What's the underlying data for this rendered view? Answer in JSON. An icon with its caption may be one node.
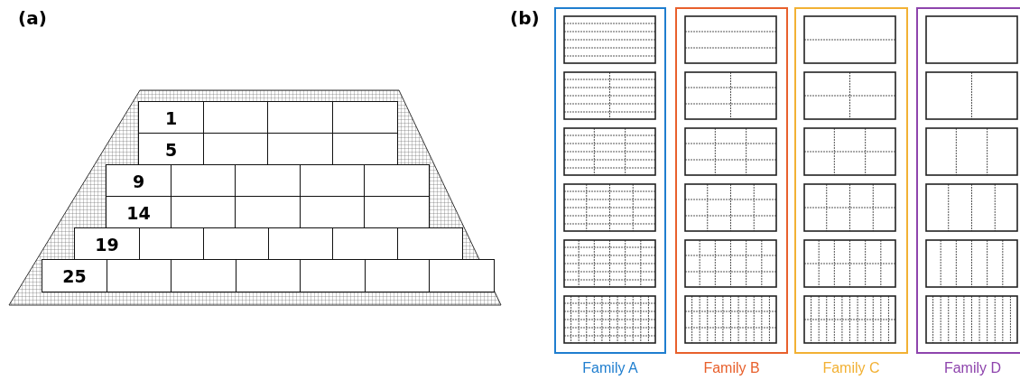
{
  "diagram": {
    "nodes": [
      {
        "text": [
          "1"
        ]
      },
      {
        "text": [
          "5"
        ]
      },
      {
        "text": [
          "9"
        ]
      },
      {
        "text": [
          "14"
        ]
      },
      {
        "text": [
          "19"
        ]
      },
      {
        "text": [
          "25"
        ]
      },
      {
        "text": [
          "Family A"
        ]
      },
      {
        "text": [],
        "shape": "box",
        "in": 6
      },
      {
        "text": [],
        "shape": "box",
        "in": 6
      },
      {
        "text": [],
        "shape": "box",
        "in": 6
      },
      {
        "text": [],
        "shape": "box",
        "in": 6
      },
      {
        "text": [],
        "shape": "box",
        "in": 6
      },
      {
        "text": [],
        "shape": "box",
        "in": 6
      },
      {
        "text": [
          "Family B"
        ]
      },
      {
        "text": [],
        "shape": "box",
        "in": 13
      },
      {
        "text": [],
        "shape": "box",
        "in": 13
      },
      {
        "text": [],
        "shape": "box",
        "in": 13
      },
      {
        "text": [],
        "shape": "box",
        "in": 13
      },
      {
        "text": [],
        "shape": "box",
        "in": 13
      },
      {
        "text": [],
        "shape": "box",
        "in": 13
      },
      {
        "text": [
          "Family C"
        ]
      },
      {
        "text": [],
        "shape": "box",
        "in": 20
      },
      {
        "text": [],
        "shape": "box",
        "in": 20
      },
      {
        "text": [],
        "shape": "box",
        "in": 20
      },
      {
        "text": [],
        "shape": "box",
        "in": 20
      },
      {
        "text": [],
        "shape": "box",
        "in": 20
      },
      {
        "text": [],
        "shape": "box",
        "in": 20
      },
      {
        "text": [
          "Family D"
        ]
      },
      {
        "text": [],
        "shape": "box",
        "in": 27
      },
      {
        "text": [],
        "shape": "box",
        "in": 27
      },
      {
        "text": [],
        "shape": "box",
        "in": 27
      },
      {
        "text": [],
        "shape": "box",
        "in": 27
      },
      {
        "text": [],
        "shape": "box",
        "in": 27
      },
      {
        "text": [],
        "shape": "box",
        "in": 27
      }
    ],
    "labels": [
      "(a)",
      "(b)"
    ]
  }
}
